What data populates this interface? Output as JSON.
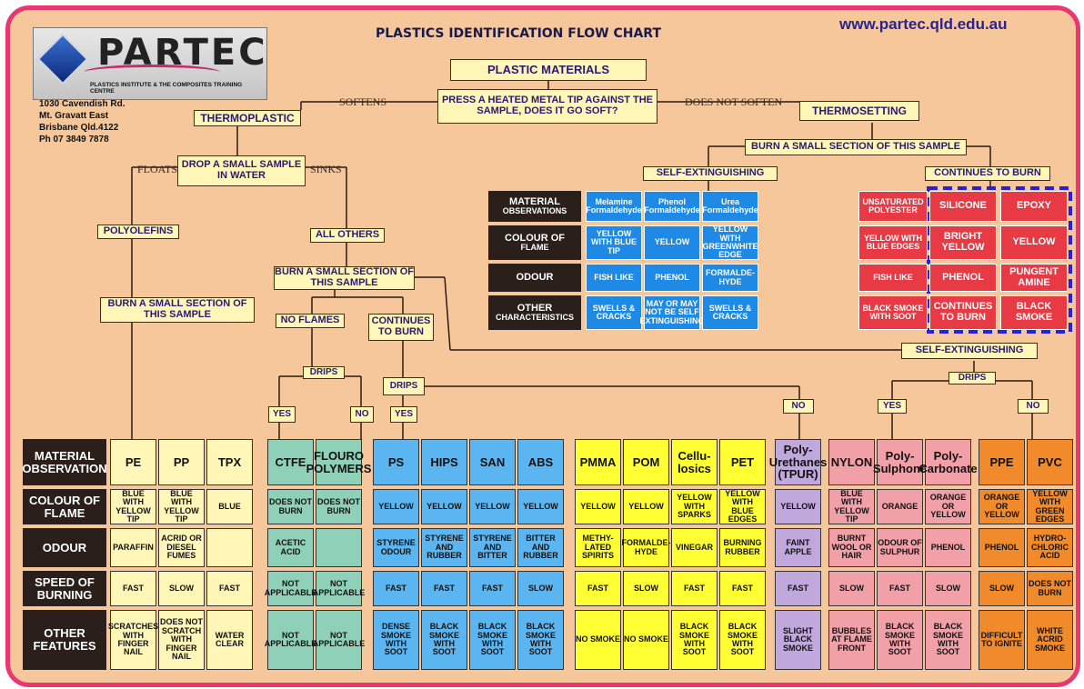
{
  "header": {
    "title": "PLASTICS IDENTIFICATION FLOW CHART",
    "website": "www.partec.qld.edu.au",
    "logo_word": "PARTEC",
    "logo_sub": "PLASTICS INSTITUTE & THE COMPOSITES TRAINING CENTRE"
  },
  "address": [
    "1030 Cavendish Rd.",
    "Mt. Gravatt East",
    "Brisbane Qld.4122",
    "Ph 07 3849 7878"
  ],
  "flow": {
    "root": "PLASTIC MATERIALS",
    "question": "PRESS A HEATED METAL TIP AGAINST THE SAMPLE, DOES IT GO SOFT?",
    "softens": "SOFTENS",
    "does_not_soften": "DOES NOT SOFTEN",
    "thermoplastic": "THERMOPLASTIC",
    "thermosetting": "THERMOSETTING",
    "water_test": "DROP A SMALL SAMPLE IN WATER",
    "floats": "FLOATS",
    "sinks": "SINKS",
    "polyolefins": "POLYOLEFINS",
    "all_others": "ALL OTHERS",
    "burn_left": "BURN A SMALL SECTION OF THIS SAMPLE",
    "burn_mid": "BURN A SMALL SECTION OF THIS SAMPLE",
    "no_flames": "NO FLAMES",
    "continues": "CONTINUES TO BURN",
    "drips": "DRIPS",
    "yes": "YES",
    "no": "NO",
    "burn_thermoset": "BURN A SMALL SECTION OF THIS SAMPLE",
    "self_ext": "SELF-EXTINGUISHING",
    "continues_burn": "CONTINUES TO BURN"
  },
  "thermoset_table": {
    "row_labels": [
      [
        "MATERIAL",
        "OBSERVATIONS"
      ],
      [
        "COLOUR OF",
        "FLAME"
      ],
      [
        "ODOUR",
        ""
      ],
      [
        "OTHER",
        "CHARACTERISTICS"
      ]
    ],
    "blue": [
      [
        "Melamine Formaldehyde",
        "YELLOW WITH BLUE TIP",
        "FISH LIKE",
        "SWELLS & CRACKS"
      ],
      [
        "Phenol Formaldehyde",
        "YELLOW",
        "PHENOL",
        "MAY OR MAY NOT BE SELF EXTINGUISHING"
      ],
      [
        "Urea Formaldehyde",
        "YELLOW WITH GREENWHITE EDGE",
        "FORMALDE-HYDE",
        "SWELLS & CRACKS"
      ]
    ],
    "red": [
      [
        "UNSATURATED POLYESTER",
        "YELLOW WITH BLUE EDGES",
        "FISH LIKE",
        "BLACK SMOKE WITH SOOT"
      ],
      [
        "SILICONE",
        "BRIGHT YELLOW",
        "PHENOL",
        "CONTINUES TO BURN"
      ],
      [
        "EPOXY",
        "YELLOW",
        "PUNGENT AMINE",
        "BLACK SMOKE"
      ]
    ]
  },
  "main_table": {
    "row_labels": [
      [
        "MATERIAL",
        "OBSERVATION"
      ],
      [
        "COLOUR OF",
        "FLAME"
      ],
      [
        "ODOUR",
        ""
      ],
      [
        "SPEED OF",
        "BURNING"
      ],
      [
        "OTHER",
        "FEATURES"
      ]
    ],
    "columns": [
      {
        "c": "#fff6b8",
        "v": [
          "PE",
          "BLUE WITH YELLOW TIP",
          "PARAFFIN",
          "FAST",
          "SCRATCHES WITH FINGER NAIL"
        ]
      },
      {
        "c": "#fff6b8",
        "v": [
          "PP",
          "BLUE WITH YELLOW TIP",
          "ACRID OR DIESEL FUMES",
          "SLOW",
          "DOES NOT SCRATCH WITH FINGER NAIL"
        ]
      },
      {
        "c": "#fff6b8",
        "v": [
          "TPX",
          "BLUE",
          "",
          "FAST",
          "WATER CLEAR"
        ]
      },
      {
        "c": "#8fd1b8",
        "v": [
          "CTFE",
          "DOES NOT BURN",
          "ACETIC ACID",
          "NOT APPLICABLE",
          "NOT APPLICABLE"
        ]
      },
      {
        "c": "#8fd1b8",
        "v": [
          "FLOURO POLYMERS",
          "DOES NOT BURN",
          "",
          "NOT APPLICABLE",
          "NOT APPLICABLE"
        ]
      },
      {
        "c": "#5bb5f0",
        "v": [
          "PS",
          "YELLOW",
          "STYRENE ODOUR",
          "FAST",
          "DENSE SMOKE WITH SOOT"
        ]
      },
      {
        "c": "#5bb5f0",
        "v": [
          "HIPS",
          "YELLOW",
          "STYRENE AND RUBBER",
          "FAST",
          "BLACK SMOKE WITH SOOT"
        ]
      },
      {
        "c": "#5bb5f0",
        "v": [
          "SAN",
          "YELLOW",
          "STYRENE AND BITTER",
          "FAST",
          "BLACK SMOKE WITH SOOT"
        ]
      },
      {
        "c": "#5bb5f0",
        "v": [
          "ABS",
          "YELLOW",
          "BITTER AND RUBBER",
          "SLOW",
          "BLACK SMOKE WITH SOOT"
        ]
      },
      {
        "c": "#ffff33",
        "v": [
          "PMMA",
          "YELLOW",
          "METHY-LATED SPIRITS",
          "FAST",
          "NO SMOKE"
        ]
      },
      {
        "c": "#ffff33",
        "v": [
          "POM",
          "YELLOW",
          "FORMALDE-HYDE",
          "SLOW",
          "NO SMOKE"
        ]
      },
      {
        "c": "#ffff33",
        "v": [
          "Cellu-losics",
          "YELLOW WITH SPARKS",
          "VINEGAR",
          "FAST",
          "BLACK SMOKE WITH SOOT"
        ]
      },
      {
        "c": "#ffff33",
        "v": [
          "PET",
          "YELLOW WITH BLUE EDGES",
          "BURNING RUBBER",
          "FAST",
          "BLACK SMOKE WITH SOOT"
        ]
      },
      {
        "c": "#c0a8dc",
        "v": [
          "Poly-Urethanes (TPUR)",
          "YELLOW",
          "FAINT APPLE",
          "FAST",
          "SLIGHT BLACK SMOKE"
        ]
      },
      {
        "c": "#f2a0a8",
        "v": [
          "NYLON",
          "BLUE WITH YELLOW TIP",
          "BURNT WOOL OR HAIR",
          "SLOW",
          "BUBBLES AT FLAME FRONT"
        ]
      },
      {
        "c": "#f2a0a8",
        "v": [
          "Poly-Sulphone",
          "ORANGE",
          "ODOUR OF SULPHUR",
          "FAST",
          "BLACK SMOKE WITH SOOT"
        ]
      },
      {
        "c": "#f2a0a8",
        "v": [
          "Poly-Carbonate",
          "ORANGE OR YELLOW",
          "PHENOL",
          "SLOW",
          "BLACK SMOKE WITH SOOT"
        ]
      },
      {
        "c": "#f08a2a",
        "v": [
          "PPE",
          "ORANGE OR YELLOW",
          "PHENOL",
          "SLOW",
          "DIFFICULT TO IGNITE"
        ]
      },
      {
        "c": "#f08a2a",
        "v": [
          "PVC",
          "YELLOW WITH GREEN EDGES",
          "HYDRO-CHLORIC ACID",
          "DOES NOT BURN",
          "WHITE ACRID SMOKE"
        ]
      }
    ]
  },
  "colors": {
    "border": "#e8386f",
    "background": "#f5c79a",
    "dashed": "#2a1fe0"
  }
}
